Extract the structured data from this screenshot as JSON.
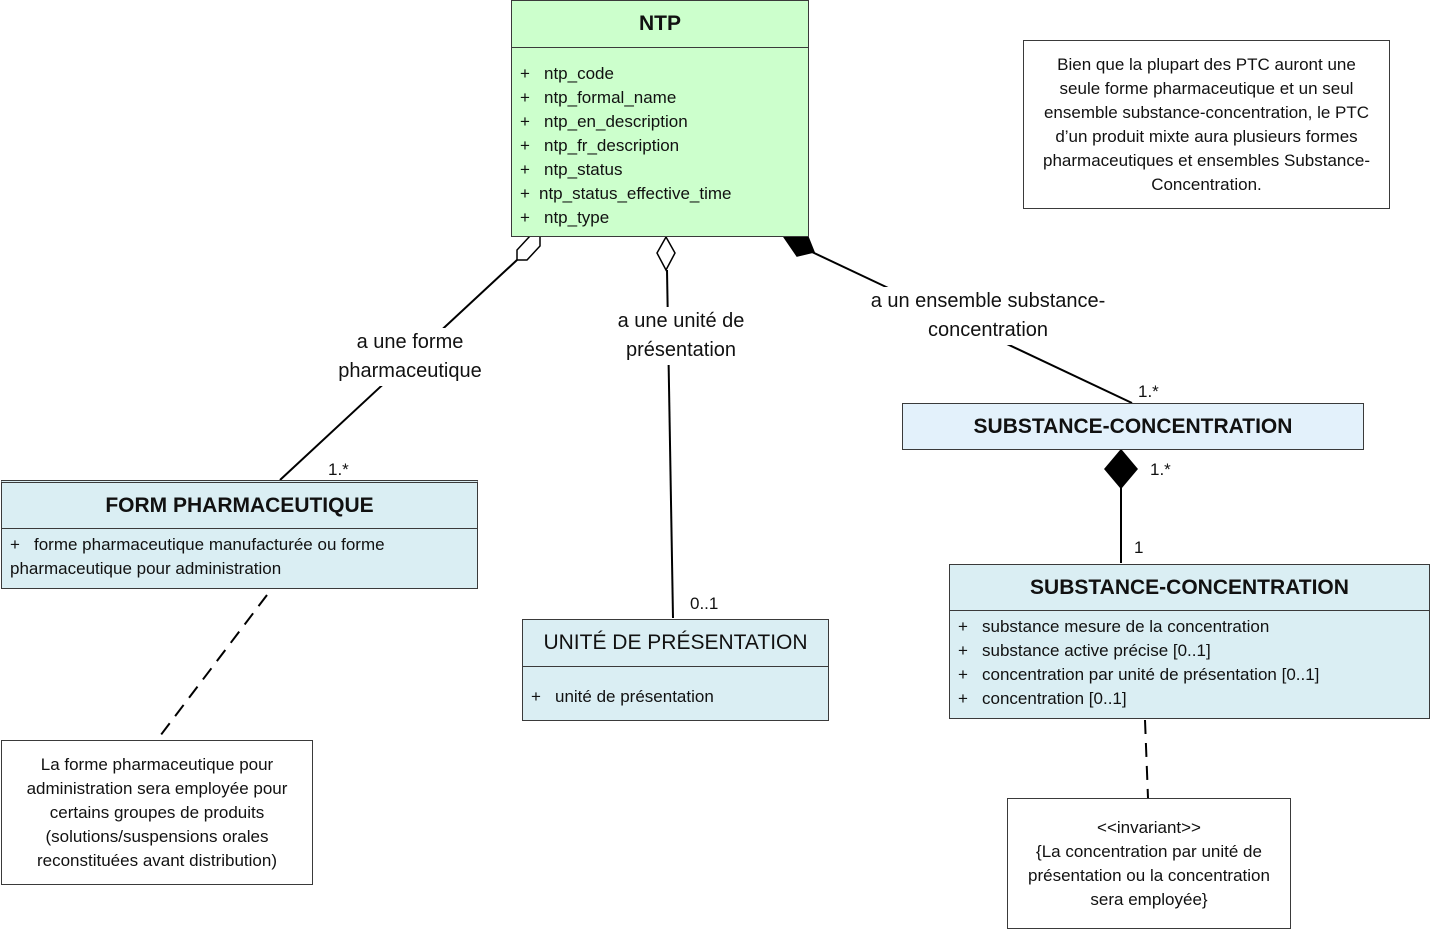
{
  "ntp": {
    "title": "NTP",
    "attributes": [
      {
        "plus": "+",
        "name": "ntp_code"
      },
      {
        "plus": "+",
        "name": "ntp_formal_name"
      },
      {
        "plus": "+",
        "name": "ntp_en_description"
      },
      {
        "plus": "+",
        "name": "ntp_fr_description"
      },
      {
        "plus": "+",
        "name": "ntp_status"
      },
      {
        "plus": "+",
        "name": "ntp_status_effective_time"
      },
      {
        "plus": "+",
        "name": "ntp_type"
      }
    ]
  },
  "form_pharmaceutique": {
    "title": "FORM PHARMACEUTIQUE",
    "attribute_plus": "+",
    "attribute_line1": "forme pharmaceutique manufacturée ou forme",
    "attribute_line2": "pharmaceutique pour administration"
  },
  "unite_presentation": {
    "title": "UNITÉ DE PRÉSENTATION",
    "attribute_plus": "+",
    "attribute": "unité de présentation"
  },
  "substance_concentration_top": {
    "title": "SUBSTANCE-CONCENTRATION"
  },
  "substance_concentration_detail": {
    "title": "SUBSTANCE-CONCENTRATION",
    "attributes": [
      {
        "plus": "+",
        "name": "substance mesure de la concentration"
      },
      {
        "plus": "+",
        "name": "substance active précise  [0..1]"
      },
      {
        "plus": "+",
        "name": "concentration par unité de présentation [0..1]"
      },
      {
        "plus": "+",
        "name": "concentration [0..1]"
      }
    ]
  },
  "associations": {
    "forme_line1": "a une forme",
    "forme_line2": "pharmaceutique",
    "unite_line1": "a une unité de",
    "unite_line2": "présentation",
    "ensemble_line1": "a un ensemble substance-",
    "ensemble_line2": "concentration"
  },
  "multiplicities": {
    "forme": "1.*",
    "unite": "0..1",
    "ensemble": "1.*",
    "sc_top": "1.*",
    "sc_bottom": "1"
  },
  "notes": {
    "top_right": [
      "Bien que la plupart des PTC auront une",
      "seule forme pharmaceutique et un seul",
      "ensemble substance-concentration, le PTC",
      "d’un produit mixte aura plusieurs formes",
      "pharmaceutiques et ensembles Substance-",
      "Concentration."
    ],
    "bottom_left": [
      "La forme pharmaceutique pour",
      "administration sera employée pour",
      "certains groupes de produits",
      "(solutions/suspensions orales",
      "reconstituées avant distribution)"
    ],
    "bottom_right": [
      "<<invariant>>",
      "{La concentration par unité de",
      "présentation ou la concentration",
      "sera employée}"
    ]
  },
  "colors": {
    "ntp_fill": "#ccffcc",
    "class_fill": "#daeef3",
    "sc_top_fill": "#e3f1fb",
    "line": "#000000"
  }
}
